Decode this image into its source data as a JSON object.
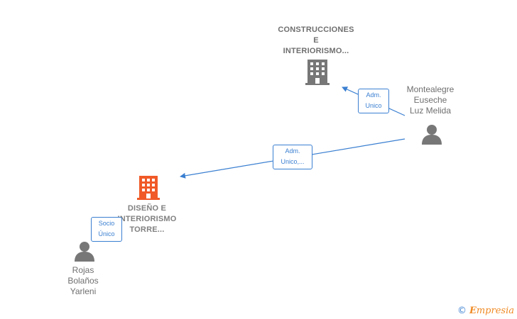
{
  "nodes": {
    "company_top": {
      "line1": "CONSTRUCCIONES",
      "line2": "E",
      "line3": "INTERIORISMO..."
    },
    "company_main": {
      "line1": "DISEÑO E",
      "line2": "INTERIORISMO",
      "line3": "TORRE..."
    },
    "person_right": {
      "line1": "Montealegre",
      "line2": "Euseche",
      "line3": "Luz Melida"
    },
    "person_left": {
      "line1": "Rojas",
      "line2": "Bolaños",
      "line3": "Yarleni"
    }
  },
  "edges": {
    "adm_unico": {
      "line1": "Adm.",
      "line2": "Unico"
    },
    "adm_unico_more": {
      "line1": "Adm.",
      "line2": "Unico,..."
    },
    "socio_unico": {
      "line1": "Socio",
      "line2": "Único"
    }
  },
  "colors": {
    "edge": "#3a7fd1",
    "company_icon": "#777777",
    "company_main_icon": "#f05a28",
    "person_icon": "#777777"
  },
  "brand": {
    "copyright": "©",
    "name_initial": "E",
    "name_rest": "mpresia"
  }
}
